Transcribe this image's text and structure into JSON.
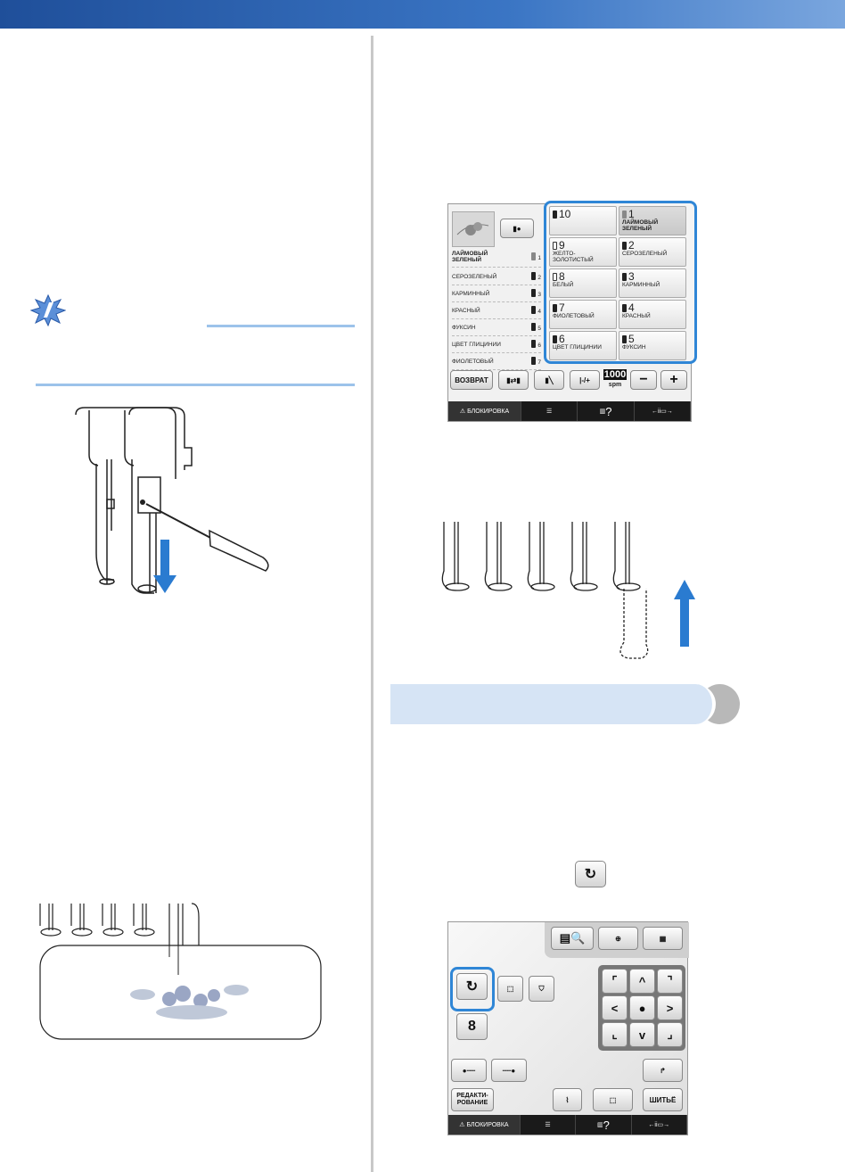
{
  "screen1": {
    "left_list": [
      {
        "name": "ЛАЙМОВЫЙ ЗЕЛЕНЫЙ",
        "num": "1"
      },
      {
        "name": "СЕРОЗЕЛЕНЫЙ",
        "num": "2"
      },
      {
        "name": "КАРМИННЫЙ",
        "num": "3"
      },
      {
        "name": "КРАСНЫЙ",
        "num": "4"
      },
      {
        "name": "ФУКСИН",
        "num": "5"
      },
      {
        "name": "ЦВЕТ ГЛИЦИНИИ",
        "num": "6"
      },
      {
        "name": "ФИОЛЕТОВЫЙ",
        "num": "7"
      }
    ],
    "needles": [
      {
        "num": "10",
        "name": ""
      },
      {
        "num": "1",
        "name": "ЛАЙМОВЫЙ ЗЕЛЕНЫЙ"
      },
      {
        "num": "9",
        "name": "ЖЕЛТО-ЗОЛОТИСТЫЙ"
      },
      {
        "num": "2",
        "name": "СЕРОЗЕЛЕНЫЙ"
      },
      {
        "num": "8",
        "name": "БЕЛЫЙ"
      },
      {
        "num": "3",
        "name": "КАРМИННЫЙ"
      },
      {
        "num": "7",
        "name": "ФИОЛЕТОВЫЙ"
      },
      {
        "num": "4",
        "name": "КРАСНЫЙ"
      },
      {
        "num": "6",
        "name": "ЦВЕТ ГЛИЦИНИИ"
      },
      {
        "num": "5",
        "name": "ФУКСИН"
      }
    ],
    "back_label": "ВОЗВРАТ",
    "speed": "1000",
    "speed_unit": "spm",
    "minus": "−",
    "plus": "+",
    "lock_label": "БЛОКИРОВКА",
    "help": "?"
  },
  "screen2": {
    "edit_label": "РЕДАКТИ-РОВАНИЕ",
    "sew_label": "ШИТЬЁ",
    "lock_label": "БЛОКИРОВКА",
    "help": "?"
  },
  "colors": {
    "accent": "#2f86d6",
    "header": "#1f4f9a",
    "section": "#d6e4f5"
  }
}
